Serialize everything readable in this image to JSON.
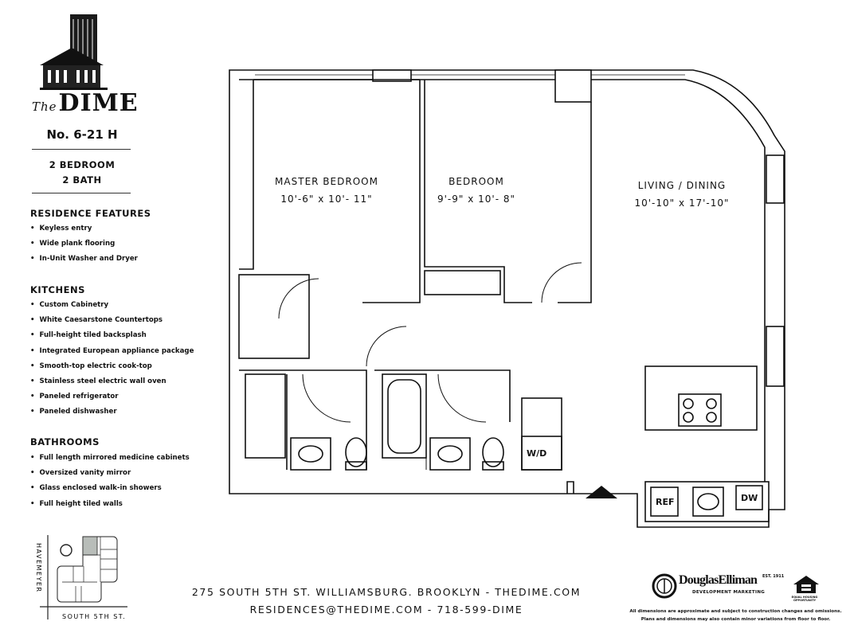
{
  "brand": {
    "logo_prefix": "The",
    "logo_name": "DIME"
  },
  "unit": {
    "number": "No. 6-21 H",
    "bedrooms": "2 BEDROOM",
    "baths": "2 BATH"
  },
  "features": [
    {
      "heading": "RESIDENCE FEATURES",
      "items": [
        "Keyless entry",
        "Wide plank flooring",
        "In-Unit Washer and Dryer"
      ]
    },
    {
      "heading": "KITCHENS",
      "items": [
        "Custom Cabinetry",
        "White Caesarstone Countertops",
        "Full-height tiled backsplash",
        "Integrated European appliance package",
        "Smooth-top electric cook-top",
        "Stainless steel electric wall oven",
        "Paneled refrigerator",
        "Paneled dishwasher"
      ]
    },
    {
      "heading": "BATHROOMS",
      "items": [
        "Full length mirrored medicine cabinets",
        "Oversized vanity mirror",
        "Glass enclosed walk-in showers",
        "Full height tiled walls"
      ]
    }
  ],
  "plan": {
    "rooms": [
      {
        "name": "MASTER BEDROOM",
        "dims": "10'-6\" x 10'- 11\""
      },
      {
        "name": "BEDROOM",
        "dims": "9'-9\" x 10'- 8\""
      },
      {
        "name": "LIVING / DINING",
        "dims": "10'-10\" x 17'-10\""
      }
    ],
    "appliances": {
      "washer_dryer": "W/D",
      "refrigerator": "REF",
      "dishwasher": "DW"
    }
  },
  "keymap": {
    "street_vertical": "HAVEMEYER",
    "street_horizontal": "SOUTH 5TH ST.",
    "highlight_color": "#b8bdb9"
  },
  "footer": {
    "address": "275 SOUTH 5TH ST. WILLIAMSBURG. BROOKLYN - THEDIME.COM",
    "contact": "RESIDENCES@THEDIME.COM - 718-599-DIME"
  },
  "broker": {
    "name": "DouglasElliman",
    "est": "EST. 1911",
    "subtitle": "DEVELOPMENT MARKETING",
    "monogram": "DE"
  },
  "equal_housing": "EQUAL HOUSING OPPORTUNITY",
  "disclaimer": [
    "All dimensions are approximate and subject to construction changes and omissions.",
    "Plans and dimensions may also contain minor variations from floor to floor."
  ]
}
